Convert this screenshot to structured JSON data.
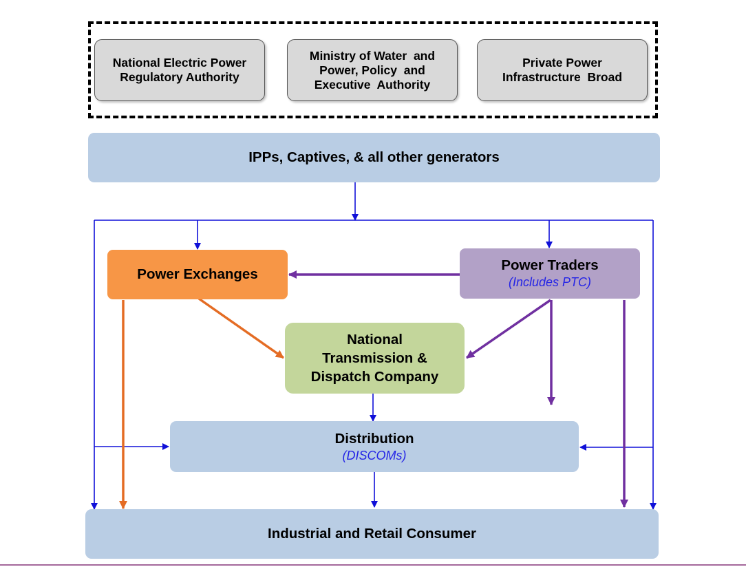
{
  "regulators": {
    "nepra": [
      "National Electric Power",
      "Regulatory Authority"
    ],
    "ministry": [
      "Ministry of Water  and",
      "Power, Policy  and",
      "Executive  Authority"
    ],
    "ppib": [
      "Private Power",
      "Infrastructure  Broad"
    ]
  },
  "generators": {
    "label": "IPPs, Captives, & all other generators"
  },
  "power_exchanges": {
    "label": "Power Exchanges"
  },
  "power_traders": {
    "label": "Power Traders",
    "note": "(Includes PTC)"
  },
  "ntdc": {
    "lines": [
      "National",
      "Transmission &",
      "Dispatch Company"
    ]
  },
  "distribution": {
    "label": "Distribution",
    "note": "(DISCOMs)"
  },
  "consumer": {
    "label": "Industrial and Retail Consumer"
  },
  "colors": {
    "blue_arrow": "#1010d8",
    "orange_arrow": "#e46c24",
    "purple_arrow": "#7030a0",
    "note_text": "#2424e6",
    "box_blue": "#b9cde4",
    "box_orange": "#f79646",
    "box_purple": "#b2a1c7",
    "box_green": "#c3d69b",
    "box_gray": "#d9d9d9"
  }
}
